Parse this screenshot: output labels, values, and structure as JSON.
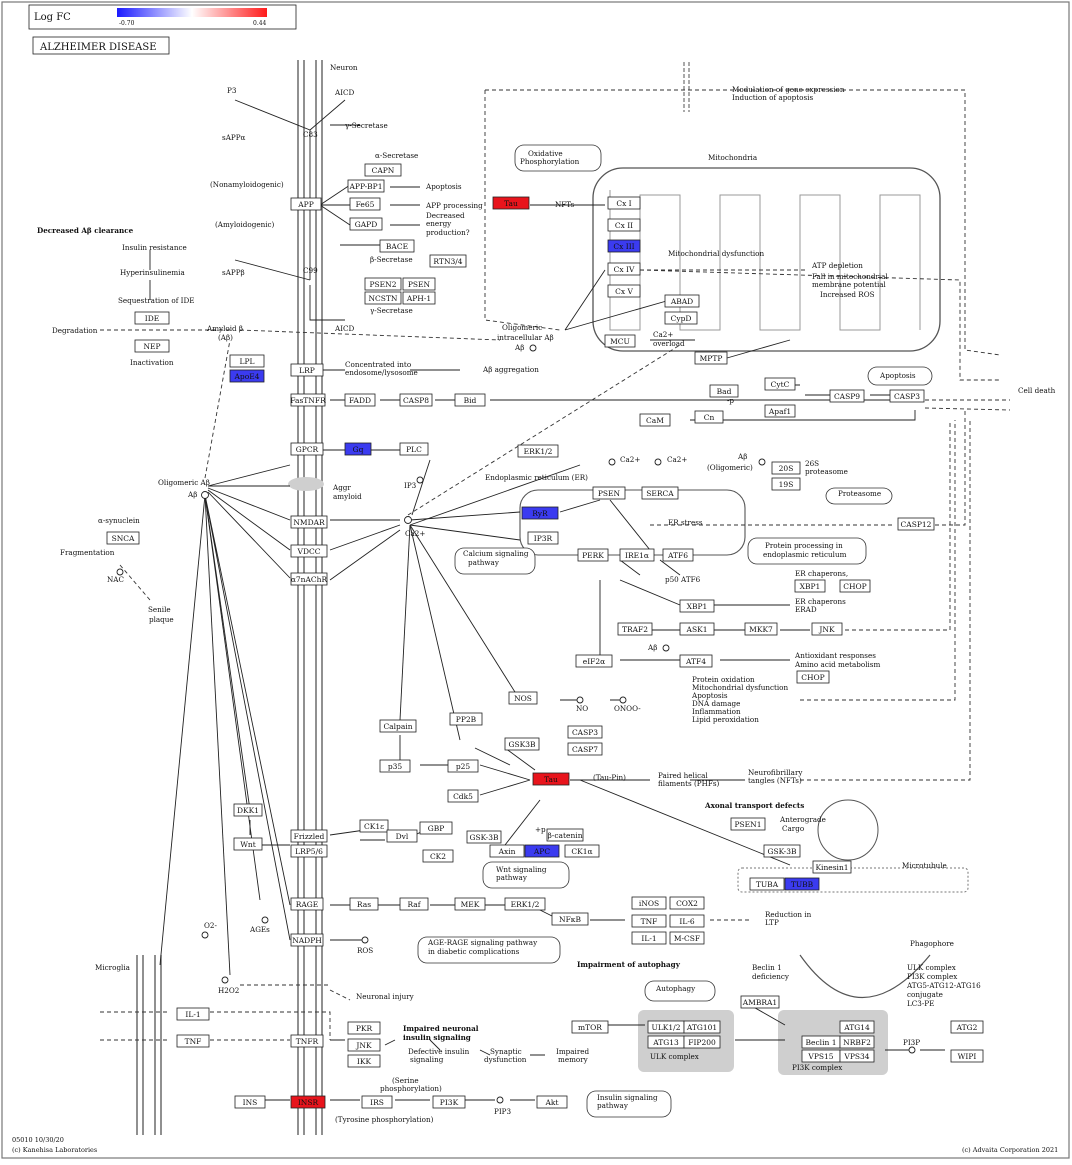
{
  "legend": {
    "title": "Log FC",
    "min_label": "-0.70",
    "max_label": "0.44",
    "colors": {
      "low": "#1a1aff",
      "mid": "#ffffff",
      "high": "#ff1a1a"
    }
  },
  "title": "ALZHEIMER DISEASE",
  "footer": {
    "id": "05010 10/30/20",
    "copyright_left": "(c) Kanehisa Laboratories",
    "copyright_right": "(c) Advaita Corporation 2021"
  },
  "colors": {
    "up": "#e8141c",
    "down": "#3b3bf0",
    "gray": "#cfcfcf"
  },
  "nodes": [
    {
      "id": "CAPN",
      "label": "CAPN",
      "color": "none"
    },
    {
      "id": "APP",
      "label": "APP",
      "color": "none"
    },
    {
      "id": "APPBP1",
      "label": "APP-BP1",
      "color": "none"
    },
    {
      "id": "Fe65",
      "label": "Fe65",
      "color": "none"
    },
    {
      "id": "GAPD",
      "label": "GAPD",
      "color": "none"
    },
    {
      "id": "BACE",
      "label": "BACE",
      "color": "none"
    },
    {
      "id": "RTN34",
      "label": "RTN3/4",
      "color": "none"
    },
    {
      "id": "PSEN2",
      "label": "PSEN2",
      "color": "none"
    },
    {
      "id": "PSEN",
      "label": "PSEN",
      "color": "none"
    },
    {
      "id": "NCSTN",
      "label": "NCSTN",
      "color": "none"
    },
    {
      "id": "APH1",
      "label": "APH-1",
      "color": "none"
    },
    {
      "id": "IDE",
      "label": "IDE",
      "color": "none"
    },
    {
      "id": "NEP",
      "label": "NEP",
      "color": "none"
    },
    {
      "id": "LPL",
      "label": "LPL",
      "color": "none"
    },
    {
      "id": "ApoE4",
      "label": "ApoE4",
      "color": "down"
    },
    {
      "id": "LRP",
      "label": "LRP",
      "color": "none"
    },
    {
      "id": "Tau1",
      "label": "Tau",
      "color": "up"
    },
    {
      "id": "CxI",
      "label": "Cx I",
      "color": "none"
    },
    {
      "id": "CxII",
      "label": "Cx II",
      "color": "none"
    },
    {
      "id": "CxIII",
      "label": "Cx III",
      "color": "down"
    },
    {
      "id": "CxIV",
      "label": "Cx IV",
      "color": "none"
    },
    {
      "id": "CxV",
      "label": "Cx V",
      "color": "none"
    },
    {
      "id": "ABAD",
      "label": "ABAD",
      "color": "none"
    },
    {
      "id": "CypD",
      "label": "CypD",
      "color": "none"
    },
    {
      "id": "MCU",
      "label": "MCU",
      "color": "none"
    },
    {
      "id": "MPTP",
      "label": "MPTP",
      "color": "none"
    },
    {
      "id": "CytC",
      "label": "CytC",
      "color": "none"
    },
    {
      "id": "Bad",
      "label": "Bad",
      "color": "none"
    },
    {
      "id": "Apaf1",
      "label": "Apaf1",
      "color": "none"
    },
    {
      "id": "CASP9",
      "label": "CASP9",
      "color": "none"
    },
    {
      "id": "CASP3",
      "label": "CASP3",
      "color": "none"
    },
    {
      "id": "FasTNFR",
      "label": "FasTNFR",
      "color": "none"
    },
    {
      "id": "FADD",
      "label": "FADD",
      "color": "none"
    },
    {
      "id": "CASP8",
      "label": "CASP8",
      "color": "none"
    },
    {
      "id": "Bid",
      "label": "Bid",
      "color": "none"
    },
    {
      "id": "CaM",
      "label": "CaM",
      "color": "none"
    },
    {
      "id": "Cn",
      "label": "Cn",
      "color": "none"
    },
    {
      "id": "GPCR",
      "label": "GPCR",
      "color": "none"
    },
    {
      "id": "Gq",
      "label": "Gq",
      "color": "down"
    },
    {
      "id": "PLC",
      "label": "PLC",
      "color": "none"
    },
    {
      "id": "ERK12a",
      "label": "ERK1/2",
      "color": "none"
    },
    {
      "id": "NMDAR",
      "label": "NMDAR",
      "color": "none"
    },
    {
      "id": "VDCC",
      "label": "VDCC",
      "color": "none"
    },
    {
      "id": "a7nAChR",
      "label": "α7nAChR",
      "color": "none"
    },
    {
      "id": "SNCA",
      "label": "SNCA",
      "color": "none"
    },
    {
      "id": "RyR",
      "label": "RyR",
      "color": "down"
    },
    {
      "id": "IP3R",
      "label": "IP3R",
      "color": "none"
    },
    {
      "id": "PSEN_ER",
      "label": "PSEN",
      "color": "none"
    },
    {
      "id": "SERCA",
      "label": "SERCA",
      "color": "none"
    },
    {
      "id": "PERK",
      "label": "PERK",
      "color": "none"
    },
    {
      "id": "IRE1a",
      "label": "IRE1α",
      "color": "none"
    },
    {
      "id": "ATF6",
      "label": "ATF6",
      "color": "none"
    },
    {
      "id": "20S",
      "label": "20S",
      "color": "none"
    },
    {
      "id": "19S",
      "label": "19S",
      "color": "none"
    },
    {
      "id": "CASP12",
      "label": "CASP12",
      "color": "none"
    },
    {
      "id": "XBP1a",
      "label": "XBP1",
      "color": "none"
    },
    {
      "id": "CHOPa",
      "label": "CHOP",
      "color": "none"
    },
    {
      "id": "XBP1b",
      "label": "XBP1",
      "color": "none"
    },
    {
      "id": "TRAF2",
      "label": "TRAF2",
      "color": "none"
    },
    {
      "id": "ASK1",
      "label": "ASK1",
      "color": "none"
    },
    {
      "id": "MKK7",
      "label": "MKK7",
      "color": "none"
    },
    {
      "id": "JNKa",
      "label": "JNK",
      "color": "none"
    },
    {
      "id": "eIF2a",
      "label": "eIF2α",
      "color": "none"
    },
    {
      "id": "ATF4",
      "label": "ATF4",
      "color": "none"
    },
    {
      "id": "CHOPb",
      "label": "CHOP",
      "color": "none"
    },
    {
      "id": "NOS",
      "label": "NOS",
      "color": "none"
    },
    {
      "id": "Calpain",
      "label": "Calpain",
      "color": "none"
    },
    {
      "id": "PP2B",
      "label": "PP2B",
      "color": "none"
    },
    {
      "id": "GSK3Ba",
      "label": "GSK3B",
      "color": "none"
    },
    {
      "id": "CASP3b",
      "label": "CASP3",
      "color": "none"
    },
    {
      "id": "CASP7",
      "label": "CASP7",
      "color": "none"
    },
    {
      "id": "p35",
      "label": "p35",
      "color": "none"
    },
    {
      "id": "p25",
      "label": "p25",
      "color": "none"
    },
    {
      "id": "Cdk5",
      "label": "Cdk5",
      "color": "none"
    },
    {
      "id": "Tau2",
      "label": "Tau",
      "color": "up"
    },
    {
      "id": "DKK1",
      "label": "DKK1",
      "color": "none"
    },
    {
      "id": "Wnt",
      "label": "Wnt",
      "color": "none"
    },
    {
      "id": "Frizzled",
      "label": "Frizzled",
      "color": "none"
    },
    {
      "id": "LRP56",
      "label": "LRP5/6",
      "color": "none"
    },
    {
      "id": "CK1e",
      "label": "CK1ε",
      "color": "none"
    },
    {
      "id": "Dvl",
      "label": "Dvl",
      "color": "none"
    },
    {
      "id": "GBP",
      "label": "GBP",
      "color": "none"
    },
    {
      "id": "CK2",
      "label": "CK2",
      "color": "none"
    },
    {
      "id": "GSK3Bb",
      "label": "GSK-3B",
      "color": "none"
    },
    {
      "id": "bcatenin",
      "label": "β-catenin",
      "color": "none"
    },
    {
      "id": "Axin",
      "label": "Axin",
      "color": "none"
    },
    {
      "id": "APC",
      "label": "APC",
      "color": "down"
    },
    {
      "id": "CK1a",
      "label": "CK1α",
      "color": "none"
    },
    {
      "id": "PSEN1",
      "label": "PSEN1",
      "color": "none"
    },
    {
      "id": "GSK3Bc",
      "label": "GSK-3B",
      "color": "none"
    },
    {
      "id": "Kinesin1",
      "label": "Kinesin1",
      "color": "none"
    },
    {
      "id": "TUBA",
      "label": "TUBA",
      "color": "none"
    },
    {
      "id": "TUBB",
      "label": "TUBB",
      "color": "down"
    },
    {
      "id": "RAGE",
      "label": "RAGE",
      "color": "none"
    },
    {
      "id": "Ras",
      "label": "Ras",
      "color": "none"
    },
    {
      "id": "Raf",
      "label": "Raf",
      "color": "none"
    },
    {
      "id": "MEK",
      "label": "MEK",
      "color": "none"
    },
    {
      "id": "ERK12b",
      "label": "ERK1/2",
      "color": "none"
    },
    {
      "id": "NFkB",
      "label": "NFκB",
      "color": "none"
    },
    {
      "id": "iNOS",
      "label": "iNOS",
      "color": "none"
    },
    {
      "id": "COX2",
      "label": "COX2",
      "color": "none"
    },
    {
      "id": "TNFa",
      "label": "TNF",
      "color": "none"
    },
    {
      "id": "IL6",
      "label": "IL-6",
      "color": "none"
    },
    {
      "id": "IL1a",
      "label": "IL-1",
      "color": "none"
    },
    {
      "id": "MCSF",
      "label": "M-CSF",
      "color": "none"
    },
    {
      "id": "NADPH",
      "label": "NADPH",
      "color": "none"
    },
    {
      "id": "IL1b",
      "label": "IL-1",
      "color": "none"
    },
    {
      "id": "TNFb",
      "label": "TNF",
      "color": "none"
    },
    {
      "id": "TNFR",
      "label": "TNFR",
      "color": "none"
    },
    {
      "id": "PKR",
      "label": "PKR",
      "color": "none"
    },
    {
      "id": "JNKb",
      "label": "JNK",
      "color": "none"
    },
    {
      "id": "IKK",
      "label": "IKK",
      "color": "none"
    },
    {
      "id": "INS",
      "label": "INS",
      "color": "none"
    },
    {
      "id": "INSR",
      "label": "INSR",
      "color": "up"
    },
    {
      "id": "IRS",
      "label": "IRS",
      "color": "none"
    },
    {
      "id": "PI3K",
      "label": "PI3K",
      "color": "none"
    },
    {
      "id": "Akt",
      "label": "Akt",
      "color": "none"
    },
    {
      "id": "mTOR",
      "label": "mTOR",
      "color": "none"
    },
    {
      "id": "ULK12",
      "label": "ULK1/2",
      "color": "none"
    },
    {
      "id": "ATG101",
      "label": "ATG101",
      "color": "none"
    },
    {
      "id": "ATG13",
      "label": "ATG13",
      "color": "none"
    },
    {
      "id": "FIP200",
      "label": "FIP200",
      "color": "none"
    },
    {
      "id": "AMBRA1",
      "label": "AMBRA1",
      "color": "none"
    },
    {
      "id": "Beclin1",
      "label": "Beclin 1",
      "color": "none"
    },
    {
      "id": "ATG14",
      "label": "ATG14",
      "color": "none"
    },
    {
      "id": "NRBF2",
      "label": "NRBF2",
      "color": "none"
    },
    {
      "id": "VPS15",
      "label": "VPS15",
      "color": "none"
    },
    {
      "id": "VPS34",
      "label": "VPS34",
      "color": "none"
    },
    {
      "id": "ATG2",
      "label": "ATG2",
      "color": "none"
    },
    {
      "id": "WIPI",
      "label": "WIPI",
      "color": "none"
    }
  ],
  "labels": [
    {
      "id": "neuron",
      "text": "Neuron"
    },
    {
      "id": "p3",
      "text": "P3"
    },
    {
      "id": "aicd1",
      "text": "AICD"
    },
    {
      "id": "c83",
      "text": "C83"
    },
    {
      "id": "gsec1",
      "text": "γ-Secretase"
    },
    {
      "id": "sappa",
      "text": "sAPPα"
    },
    {
      "id": "asec",
      "text": "α-Secretase"
    },
    {
      "id": "nonamy",
      "text": "(Nonamyloidogenic)"
    },
    {
      "id": "apopt1",
      "text": "Apoptosis"
    },
    {
      "id": "appproc",
      "text": "APP processing"
    },
    {
      "id": "decen1",
      "text": "Decreased"
    },
    {
      "id": "decen2",
      "text": "energy"
    },
    {
      "id": "decen3",
      "text": "production?"
    },
    {
      "id": "amyloido",
      "text": "(Amyloidogenic)"
    },
    {
      "id": "bsec",
      "text": "β-Secretase"
    },
    {
      "id": "sappb",
      "text": "sAPPβ"
    },
    {
      "id": "c99",
      "text": "C99"
    },
    {
      "id": "gsec2",
      "text": "γ-Secretase"
    },
    {
      "id": "aicd2",
      "text": "AICD"
    },
    {
      "id": "decab",
      "text": "Decreased Aβ clearance"
    },
    {
      "id": "insres",
      "text": "Insulin resistance"
    },
    {
      "id": "hyperins",
      "text": "Hyperinsulinemia"
    },
    {
      "id": "seqide",
      "text": "Sequestration of IDE"
    },
    {
      "id": "degr",
      "text": "Degradation"
    },
    {
      "id": "inact",
      "text": "Inactivation"
    },
    {
      "id": "amyb1",
      "text": "Amyloid β"
    },
    {
      "id": "amyb2",
      "text": "(Aβ)"
    },
    {
      "id": "conc1",
      "text": "Concentrated into"
    },
    {
      "id": "conc2",
      "text": "endosome/lysosome"
    },
    {
      "id": "abagg",
      "text": "Aβ aggregation"
    },
    {
      "id": "olig1",
      "text": "Oligomeric"
    },
    {
      "id": "olig2",
      "text": "intracellular Aβ"
    },
    {
      "id": "abo1",
      "text": "Aβ"
    },
    {
      "id": "oxph1",
      "text": "Oxidative"
    },
    {
      "id": "oxph2",
      "text": "Phosphorylation"
    },
    {
      "id": "nfts1",
      "text": "NFTs"
    },
    {
      "id": "mito",
      "text": "Mitochondria"
    },
    {
      "id": "mitod",
      "text": "Mitochondrial dysfunction"
    },
    {
      "id": "atpd",
      "text": "ATP depletion"
    },
    {
      "id": "fall1",
      "text": "Fall in mitochondrial"
    },
    {
      "id": "fall2",
      "text": "membrane potential"
    },
    {
      "id": "incros",
      "text": "Increased ROS"
    },
    {
      "id": "ca2ov1",
      "text": "Ca2+"
    },
    {
      "id": "ca2ov2",
      "text": "overload"
    },
    {
      "id": "modul1",
      "text": "Modulation of gene expression"
    },
    {
      "id": "modul2",
      "text": "Induction of apoptosis"
    },
    {
      "id": "apopt2",
      "text": "Apoptosis"
    },
    {
      "id": "celldeath",
      "text": "Cell death"
    },
    {
      "id": "oligab",
      "text": "Oligomeric Aβ"
    },
    {
      "id": "abo2",
      "text": "Aβ"
    },
    {
      "id": "aggam1",
      "text": "Aggr"
    },
    {
      "id": "aggam2",
      "text": "amyloid"
    },
    {
      "id": "ip3",
      "text": "IP3"
    },
    {
      "id": "ca2a",
      "text": "Ca2+"
    },
    {
      "id": "er",
      "text": "Endoplasmic reticulum (ER)"
    },
    {
      "id": "ca2b",
      "text": "Ca2+"
    },
    {
      "id": "ca2c",
      "text": "Ca2+"
    },
    {
      "id": "abolig1",
      "text": "Aβ"
    },
    {
      "id": "abolig2",
      "text": "(Oligomeric)"
    },
    {
      "id": "s26",
      "text": "26S"
    },
    {
      "id": "proteas",
      "text": "proteasome"
    },
    {
      "id": "proteas2",
      "text": "Proteasome"
    },
    {
      "id": "erstr",
      "text": "ER stress"
    },
    {
      "id": "casig1",
      "text": "Calcium signaling"
    },
    {
      "id": "casig2",
      "text": "pathway"
    },
    {
      "id": "protproc1",
      "text": "Protein processing in"
    },
    {
      "id": "protproc2",
      "text": "endoplasmic reticulum"
    },
    {
      "id": "p50",
      "text": "p50 ATF6"
    },
    {
      "id": "erchap",
      "text": "ER chaperons,"
    },
    {
      "id": "erchap2",
      "text": "ER chaperons"
    },
    {
      "id": "erad",
      "text": "ERAD"
    },
    {
      "id": "antiox1",
      "text": "Antioxidant responses"
    },
    {
      "id": "antiox2",
      "text": "Amino acid metabolism"
    },
    {
      "id": "abo3",
      "text": "Aβ"
    },
    {
      "id": "syn",
      "text": "α-synuclein"
    },
    {
      "id": "frag",
      "text": "Fragmentation"
    },
    {
      "id": "nac",
      "text": "NAC"
    },
    {
      "id": "senile1",
      "text": "Senile"
    },
    {
      "id": "senile2",
      "text": "plaque"
    },
    {
      "id": "no",
      "text": "NO"
    },
    {
      "id": "onoo",
      "text": "ONOO-"
    },
    {
      "id": "protox1",
      "text": "Protein oxidation"
    },
    {
      "id": "protox2",
      "text": "Mitochondrial dysfunction"
    },
    {
      "id": "protox3",
      "text": "Apoptosis"
    },
    {
      "id": "protox4",
      "text": "DNA damage"
    },
    {
      "id": "protox5",
      "text": "Inflammation"
    },
    {
      "id": "protox6",
      "text": "Lipid peroxidation"
    },
    {
      "id": "taupin",
      "text": "(Tau-Pin)"
    },
    {
      "id": "phf1",
      "text": "Paired helical"
    },
    {
      "id": "phf2",
      "text": "filaments (PHFs)"
    },
    {
      "id": "nft1",
      "text": "Neurofibrillary"
    },
    {
      "id": "nft2",
      "text": "tangles (NFTs)"
    },
    {
      "id": "axonal",
      "text": "Axonal transport defects"
    },
    {
      "id": "antero1",
      "text": "Anterograde"
    },
    {
      "id": "antero2",
      "text": "Cargo"
    },
    {
      "id": "microt",
      "text": "Microtubule"
    },
    {
      "id": "wntsig1",
      "text": "Wnt signaling"
    },
    {
      "id": "wntsig2",
      "text": "pathway"
    },
    {
      "id": "ages",
      "text": "AGEs"
    },
    {
      "id": "o2",
      "text": "O2-"
    },
    {
      "id": "ros",
      "text": "ROS"
    },
    {
      "id": "h2o2",
      "text": "H2O2"
    },
    {
      "id": "microglia",
      "text": "Microglia"
    },
    {
      "id": "neuinj",
      "text": "Neuronal injury"
    },
    {
      "id": "redltp1",
      "text": "Reduction in"
    },
    {
      "id": "redltp2",
      "text": "LTP"
    },
    {
      "id": "agerage1",
      "text": "AGE-RAGE signaling pathway"
    },
    {
      "id": "agerage2",
      "text": "in diabetic complications"
    },
    {
      "id": "impauto",
      "text": "Impairment of autophagy"
    },
    {
      "id": "autophagy",
      "text": "Autophagy"
    },
    {
      "id": "phago",
      "text": "Phagophore"
    },
    {
      "id": "beclin1d1",
      "text": "Beclin 1"
    },
    {
      "id": "beclin1d2",
      "text": "deficiency"
    },
    {
      "id": "ulkc1",
      "text": "ULK complex"
    },
    {
      "id": "ulkc2",
      "text": "PI3K complex"
    },
    {
      "id": "ulkc3",
      "text": "ATG5-ATG12-ATG16"
    },
    {
      "id": "ulkc4",
      "text": "conjugate"
    },
    {
      "id": "ulkc5",
      "text": "LC3-PE"
    },
    {
      "id": "ulkcpx",
      "text": "ULK complex"
    },
    {
      "id": "pi3kcpx",
      "text": "PI3K complex"
    },
    {
      "id": "pi3p",
      "text": "PI3P"
    },
    {
      "id": "impneu1",
      "text": "Impaired neuronal"
    },
    {
      "id": "impneu2",
      "text": "insulin signaling"
    },
    {
      "id": "defins1",
      "text": "Defective insulin"
    },
    {
      "id": "defins2",
      "text": "signaling"
    },
    {
      "id": "synd1",
      "text": "Synaptic"
    },
    {
      "id": "synd2",
      "text": "dysfunction"
    },
    {
      "id": "impmem1",
      "text": "Impaired"
    },
    {
      "id": "impmem2",
      "text": "memory"
    },
    {
      "id": "serine1",
      "text": "(Serine"
    },
    {
      "id": "serine2",
      "text": "phosphorylation)"
    },
    {
      "id": "tyr",
      "text": "(Tyrosine phosphorylation)"
    },
    {
      "id": "pip3",
      "text": "PIP3"
    },
    {
      "id": "inssig1",
      "text": "Insulin signaling"
    },
    {
      "id": "inssig2",
      "text": "pathway"
    },
    {
      "id": "p1",
      "text": "+p"
    },
    {
      "id": "p2",
      "text": "-p"
    }
  ]
}
